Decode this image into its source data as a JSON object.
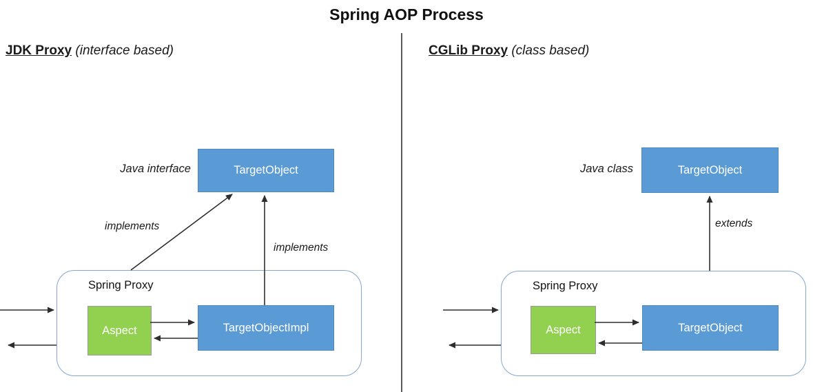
{
  "title": "Spring AOP Process",
  "left": {
    "heading": "JDK Proxy",
    "heading_note": "(interface based)",
    "type_label": "Java interface",
    "interface_box": "TargetObject",
    "container_label": "Spring Proxy",
    "aspect_box": "Aspect",
    "impl_box": "TargetObjectImpl",
    "diag_arrow_label": "implements",
    "vert_arrow_label": "implements"
  },
  "right": {
    "heading": "CGLib Proxy",
    "heading_note": "(class based)",
    "type_label": "Java class",
    "class_box": "TargetObject",
    "container_label": "Spring Proxy",
    "aspect_box": "Aspect",
    "impl_box": "TargetObject",
    "vert_arrow_label": "extends"
  },
  "colors": {
    "box_blue": "#5B9BD5",
    "box_blue_border": "#4d88c0",
    "box_green": "#92D050",
    "box_green_border": "#9a9a9a",
    "container_border": "#84A7D0",
    "arrow": "#2e2e2e",
    "divider": "#5a5a5a"
  }
}
